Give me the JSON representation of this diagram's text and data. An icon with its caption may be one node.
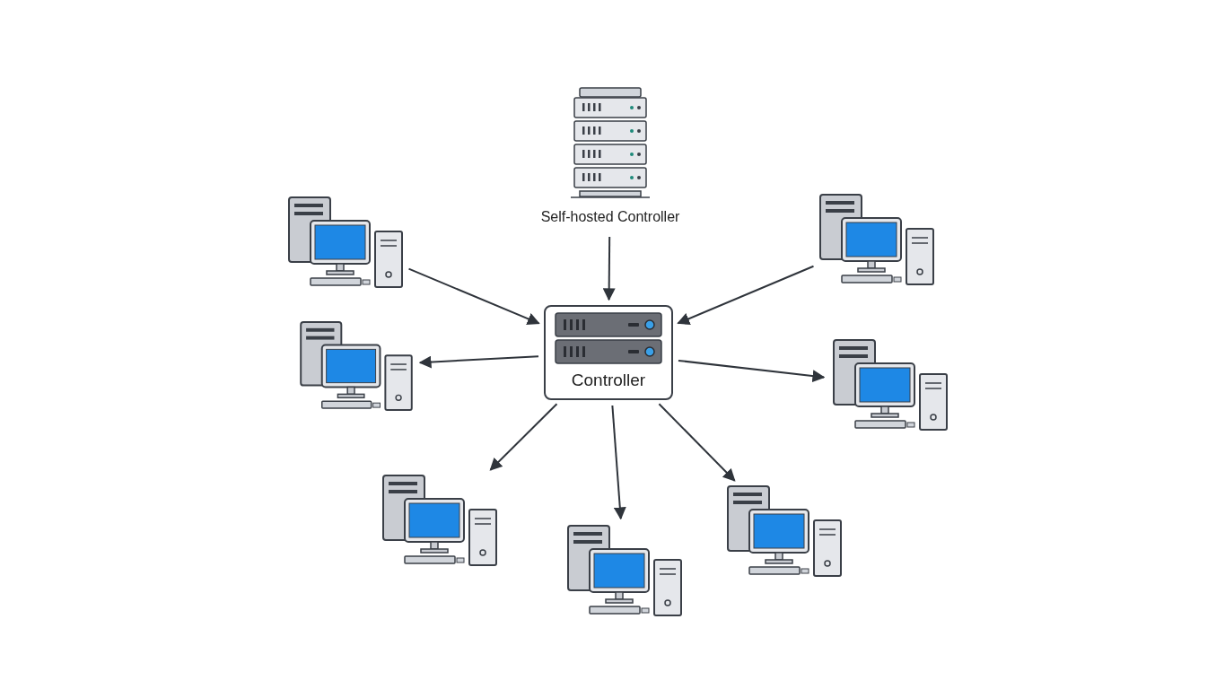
{
  "diagram": {
    "nodes": [
      {
        "text": [
          "Self-hosted Controller"
        ]
      },
      {
        "text": [
          "Controller"
        ]
      },
      {
        "text": [],
        "shape": "picture"
      },
      {
        "text": [],
        "shape": "picture"
      },
      {
        "text": [],
        "shape": "picture"
      },
      {
        "text": [],
        "shape": "picture"
      },
      {
        "text": [],
        "shape": "picture"
      },
      {
        "text": [],
        "shape": "picture"
      },
      {
        "text": [],
        "shape": "picture"
      }
    ],
    "edges": [
      {
        "from": 0,
        "to": 1,
        "arrow": "to"
      },
      {
        "from": 2,
        "to": 1,
        "arrow": "to"
      },
      {
        "from": 3,
        "to": 1,
        "arrow": "to"
      },
      {
        "from": 1,
        "to": 4,
        "arrow": "to"
      },
      {
        "from": 1,
        "to": 5,
        "arrow": "to"
      },
      {
        "from": 1,
        "to": 6,
        "arrow": "to"
      },
      {
        "from": 1,
        "to": 7,
        "arrow": "to"
      },
      {
        "from": 1,
        "to": 8,
        "arrow": "to"
      }
    ]
  }
}
